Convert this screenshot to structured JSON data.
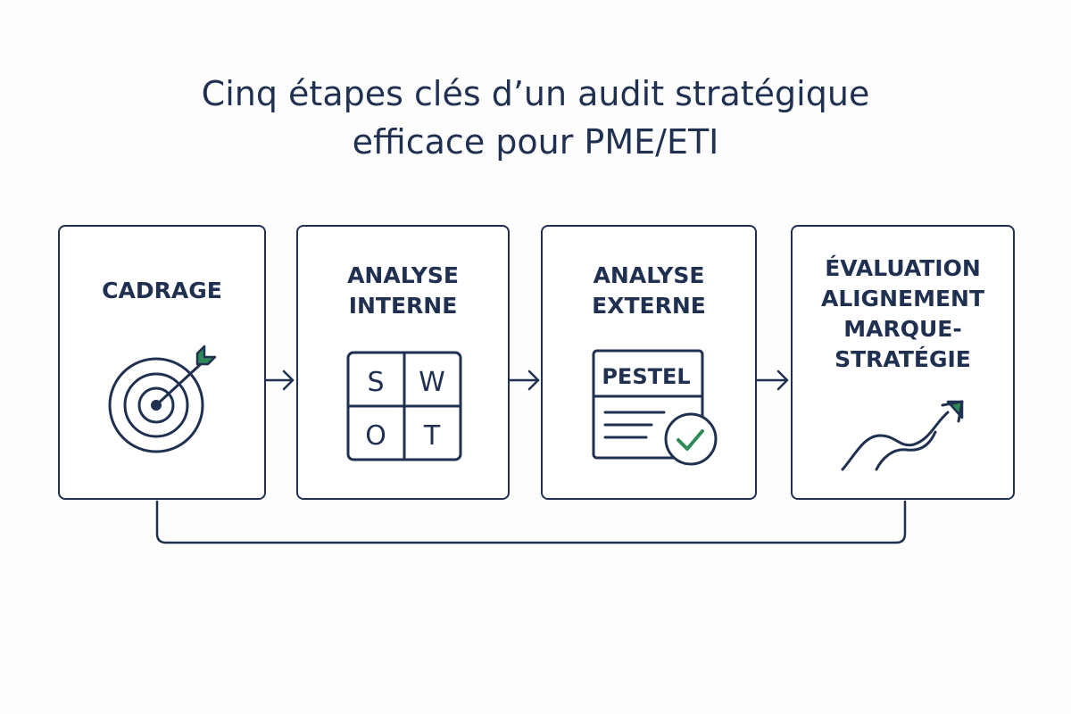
{
  "title": {
    "line1": "Cinq étapes clés d’un audit stratégique",
    "line2": "efficace pour PME/ETI"
  },
  "steps": [
    {
      "label_lines": [
        "CADRAGE"
      ],
      "icon": "target-arrow-icon"
    },
    {
      "label_lines": [
        "ANALYSE",
        "INTERNE"
      ],
      "icon": "swot-grid-icon",
      "swot": [
        "S",
        "W",
        "O",
        "T"
      ]
    },
    {
      "label_lines": [
        "ANALYSE",
        "EXTERNE"
      ],
      "icon": "pestel-document-icon",
      "doc_title": "PESTEL"
    },
    {
      "label_lines": [
        "ÉVALUATION",
        "ALIGNEMENT",
        "MARQUE-",
        "STRATÉGIE"
      ],
      "icon": "trend-arrow-icon"
    }
  ],
  "colors": {
    "ink": "#1f3050",
    "accent": "#2e8b57",
    "background": "#fdfdfd"
  }
}
